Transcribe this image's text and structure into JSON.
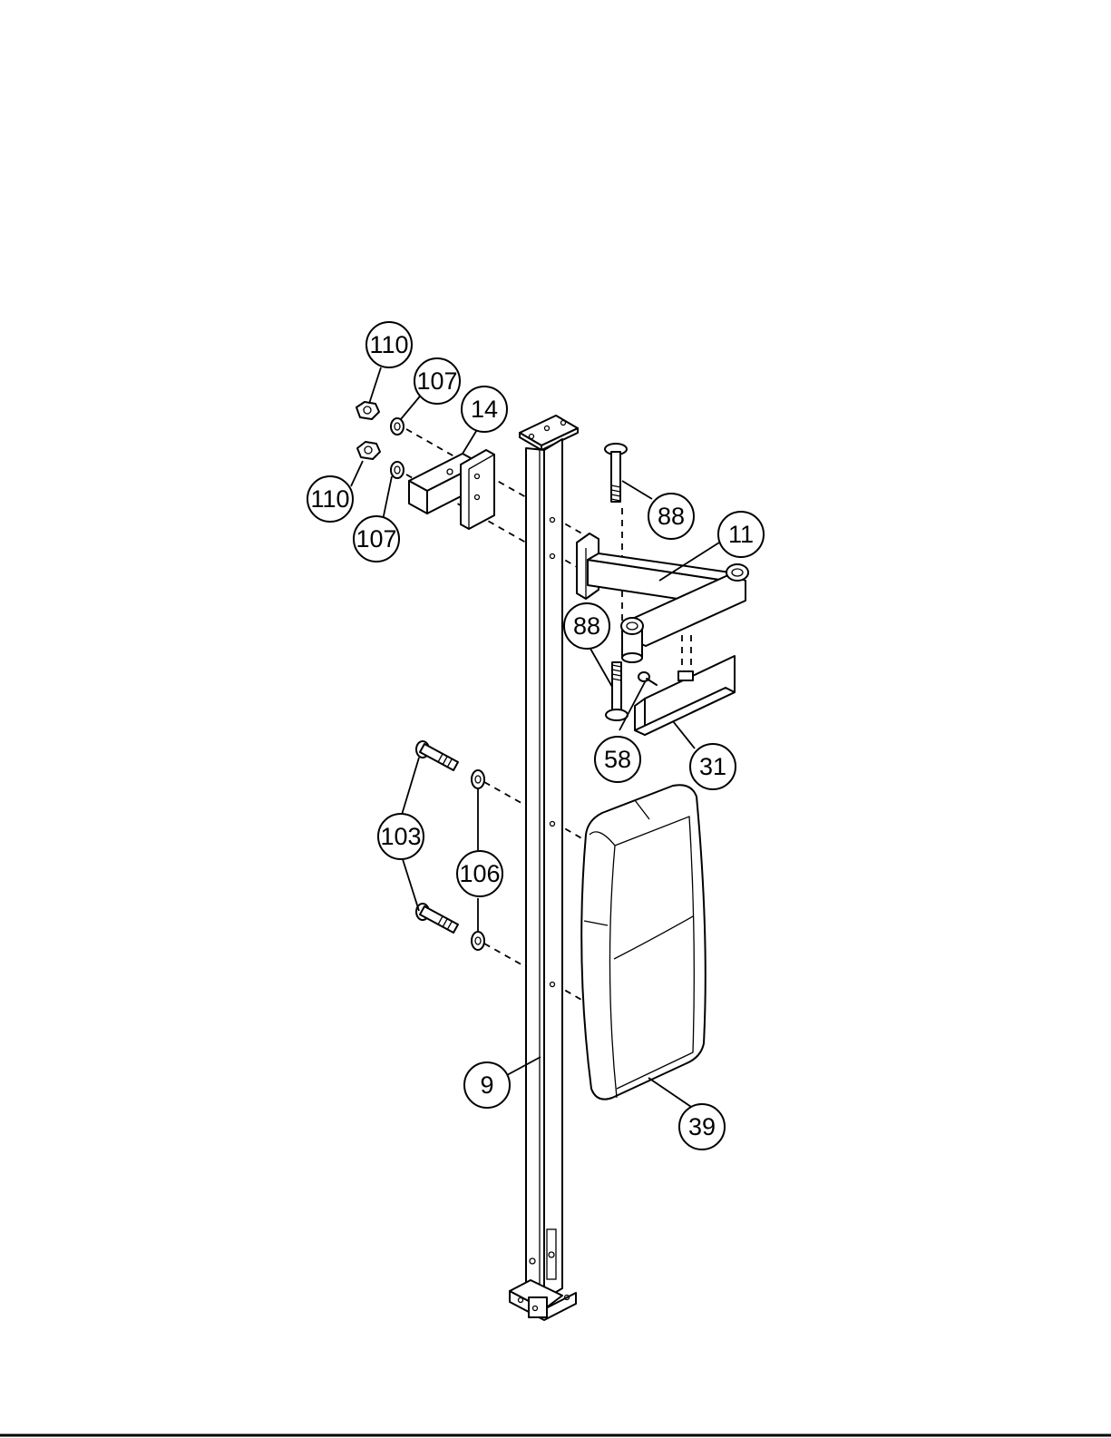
{
  "callouts": {
    "c110a": "110",
    "c107a": "107",
    "c14": "14",
    "c110b": "110",
    "c107b": "107",
    "c88a": "88",
    "c11": "11",
    "c88b": "88",
    "c58": "58",
    "c31": "31",
    "c103": "103",
    "c106": "106",
    "c9": "9",
    "c39": "39"
  },
  "colors": {
    "line": "#000000",
    "background": "#ffffff"
  }
}
